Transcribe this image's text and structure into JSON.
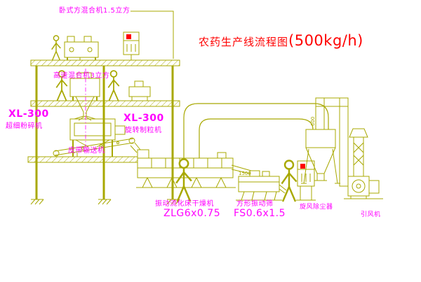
{
  "title": {
    "text": "农药生产线流程图",
    "capacity": "(500kg/h)"
  },
  "equipment_labels": {
    "horizontal_mixer": "卧式方混合机1.5立方",
    "high_speed_mixer": "高速混合机3立方",
    "mill_model": "XL-300",
    "mill_name": "超细粉碎机",
    "granulator_model": "XL-300",
    "granulator_name": "旋转制粒机",
    "belt_conveyor": "皮带输送机",
    "fluid_bed_dryer_name": "振动流化床干燥机",
    "fluid_bed_dryer_model": "ZLG6x0.75",
    "vibrating_sieve_name": "方形振动筛",
    "vibrating_sieve_model": "FS0.6x1.5",
    "cyclone": "旋风除尘器",
    "induced_draft_fan": "引风机"
  },
  "dimension_texts": {
    "sieve": "1500",
    "cyclone_outlet": "600"
  },
  "colors": {
    "linework": "#A8A800",
    "label_magenta": "#FF00FF",
    "title_red": "#FF0000",
    "indicator_red": "#FF0000",
    "background": "#FFFFFF"
  }
}
